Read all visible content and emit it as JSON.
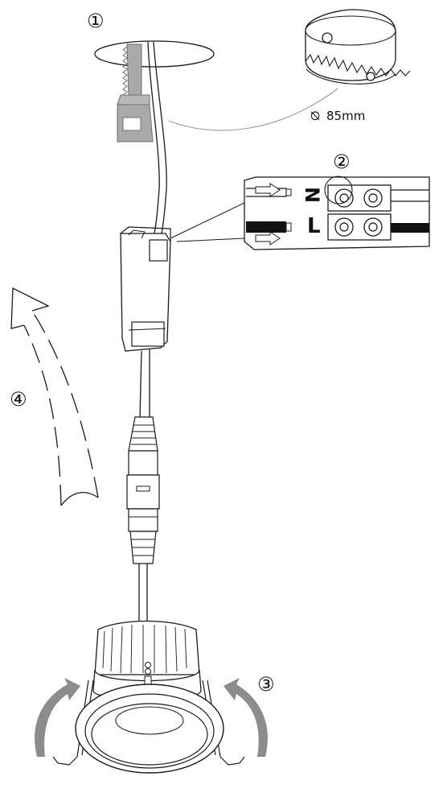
{
  "steps": {
    "step1": "①",
    "step2": "②",
    "step3": "③",
    "step4": "④"
  },
  "cutout": {
    "diameter_label": "85mm",
    "diameter_symbol": "⦰"
  },
  "terminal": {
    "neutral_label": "N",
    "live_label": "L"
  },
  "colors": {
    "line": "#1a1a1a",
    "grey": "#9a9a9a",
    "arrow_grey": "#8c8c8c"
  }
}
